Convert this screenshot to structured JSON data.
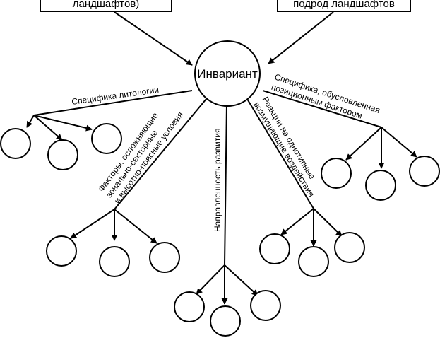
{
  "boxes": {
    "top_left_fragment": "ландшафтов)",
    "top_right_fragment": "подрод ландшафтов"
  },
  "center": {
    "label": "Инвариант"
  },
  "branches": {
    "lithology": "Специфика литологии",
    "position_line1": "Специфика, обусловленная",
    "position_line2": "позиционным фактором",
    "factors_line1": "Факторы, осложняющие",
    "factors_line2": "зонально-секторные",
    "factors_line3": "и высотно-поясные условия",
    "development": "Направленность развития",
    "reactions_line1": "Реакции на однотипные",
    "reactions_line2": "возмущающие воздействия"
  }
}
